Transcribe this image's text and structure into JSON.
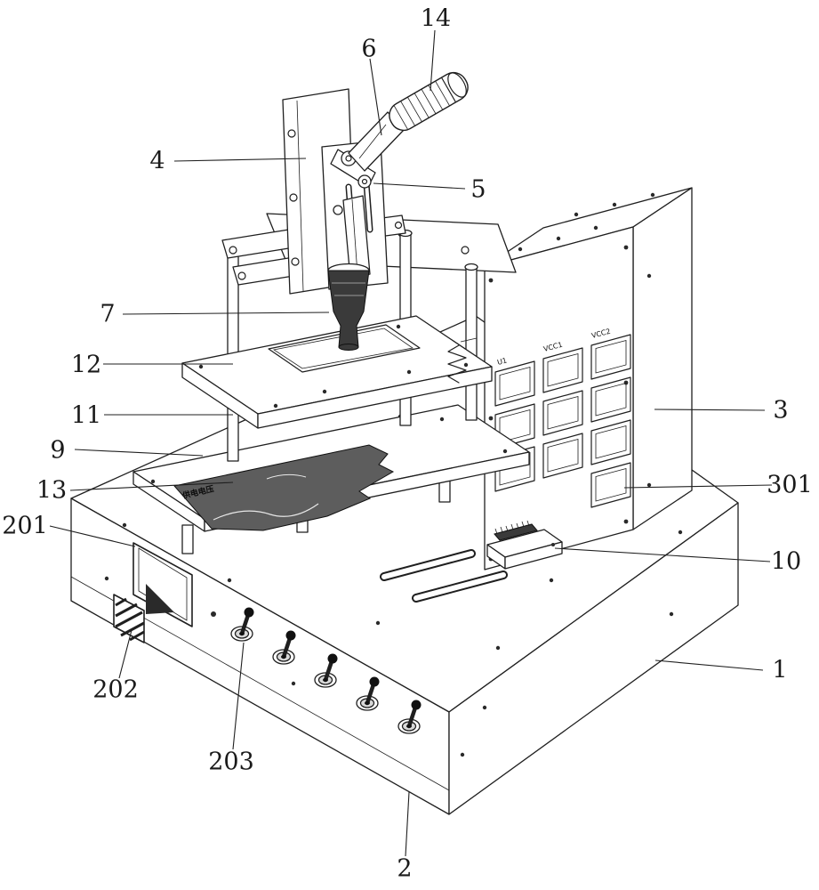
{
  "figure": {
    "kind": "patent-technical-drawing",
    "background": "#ffffff",
    "line_color": "#1f1f1f"
  },
  "reference_labels": [
    {
      "id": "14",
      "text": "14"
    },
    {
      "id": "6",
      "text": "6"
    },
    {
      "id": "4",
      "text": "4"
    },
    {
      "id": "5",
      "text": "5"
    },
    {
      "id": "7",
      "text": "7"
    },
    {
      "id": "12",
      "text": "12"
    },
    {
      "id": "11",
      "text": "11"
    },
    {
      "id": "9",
      "text": "9"
    },
    {
      "id": "13",
      "text": "13"
    },
    {
      "id": "201",
      "text": "201"
    },
    {
      "id": "202",
      "text": "202"
    },
    {
      "id": "203",
      "text": "203"
    },
    {
      "id": "2",
      "text": "2"
    },
    {
      "id": "1",
      "text": "1"
    },
    {
      "id": "3",
      "text": "3"
    },
    {
      "id": "301",
      "text": "301"
    },
    {
      "id": "10",
      "text": "10"
    }
  ],
  "machine_texts": {
    "socket_col_1": "U1",
    "socket_col_2": "VCC1",
    "socket_col_3": "VCC2",
    "pcb_silkscreen": "供电电压"
  }
}
